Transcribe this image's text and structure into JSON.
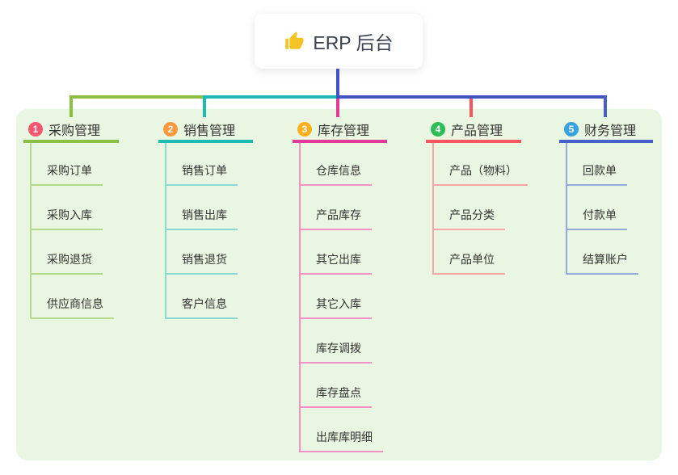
{
  "root": {
    "label": "ERP 后台",
    "icon": "thumbs-up-icon"
  },
  "colors": {
    "canvas_bg": "#ffffff",
    "panel_bg": "#e9f6e2",
    "card_bg": "#ffffff",
    "root_connector": "#4053c2",
    "text": "#333333"
  },
  "branches": [
    {
      "number": "1",
      "label": "采购管理",
      "color": "#8ebf45",
      "light_color": "#b5d98d",
      "badge_color": "#f7566e",
      "items": [
        "采购订单",
        "采购入库",
        "采购退货",
        "供应商信息"
      ]
    },
    {
      "number": "2",
      "label": "销售管理",
      "color": "#1cbcb4",
      "light_color": "#8ad9d3",
      "badge_color": "#ff9a3c",
      "items": [
        "销售订单",
        "销售出库",
        "销售退货",
        "客户信息"
      ]
    },
    {
      "number": "3",
      "label": "库存管理",
      "color": "#e23a97",
      "light_color": "#f292c4",
      "badge_color": "#ffb020",
      "items": [
        "仓库信息",
        "产品库存",
        "其它出库",
        "其它入库",
        "库存调拨",
        "库存盘点",
        "出库库明细"
      ]
    },
    {
      "number": "4",
      "label": "产品管理",
      "color": "#f7565e",
      "light_color": "#f9a5a8",
      "badge_color": "#2ebd57",
      "items": [
        "产品（物料）",
        "产品分类",
        "产品单位"
      ]
    },
    {
      "number": "5",
      "label": "财务管理",
      "color": "#4560c8",
      "light_color": "#94a9da",
      "badge_color": "#38a3dd",
      "items": [
        "回款单",
        "付款单",
        "结算账户"
      ]
    }
  ]
}
